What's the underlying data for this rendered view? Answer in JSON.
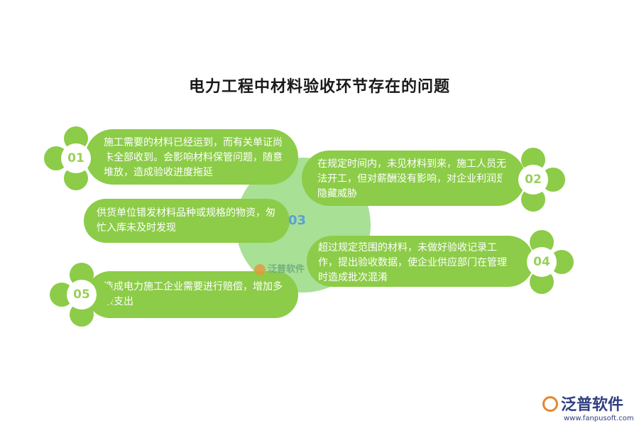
{
  "title": "电力工程中材料验收环节存在的问题",
  "center": {
    "number": "03"
  },
  "items": [
    {
      "number": "01",
      "text": "施工需要的材料已经运到，而有关单证尚未全部收到。会影响材料保管问题，随意堆放，造成验收进度拖延"
    },
    {
      "number": "02",
      "text": "在规定时间内，未见材料到来，施工人员无法开工，但对薪酬没有影响，对企业利润是隐藏威胁"
    },
    {
      "number": "03",
      "text": "供货单位错发材料品种或规格的物资，匆忙入库未及时发现"
    },
    {
      "number": "04",
      "text": "超过规定范围的材料，未做好验收记录工作，提出验收数据，使企业供应部门在管理时造成批次混淆"
    },
    {
      "number": "05",
      "text": "造成电力施工企业需要进行赔偿，增加多余支出"
    }
  ],
  "watermark": "泛普软件",
  "logo": {
    "name": "泛普软件",
    "url": "www.fanpusoft.com"
  },
  "colors": {
    "green": "#8ccc48",
    "light_green": "#a8e096",
    "number": "#9ad05a"
  }
}
